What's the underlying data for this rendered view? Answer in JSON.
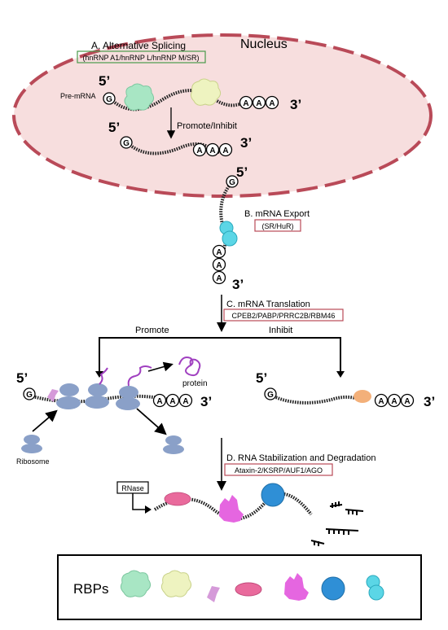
{
  "nucleus": {
    "title": "Nucleus",
    "splicing_title": "A. Alternative Splicing",
    "splicing_factors": "(hnRNP A1/hnRNP L/hnRNP M/SR)",
    "premrna_label": "Pre-mRNA",
    "promote_inhibit": "Promote/Inhibit",
    "five_prime": "5’",
    "three_prime": "3’",
    "cap": "G",
    "tail": "A"
  },
  "export": {
    "title": "B. mRNA Export",
    "factors": "(SR/HuR)"
  },
  "translation": {
    "title": "C. mRNA Translation",
    "factors": "CPEB2/PABP/PRRC2B/RBM46",
    "promote": "Promote",
    "inhibit": "Inhibit",
    "protein": "protein",
    "ribosome": "Ribosome"
  },
  "stability": {
    "title": "D. RNA Stabilization and Degradation",
    "factors": "Ataxin-2/KSRP/AUF1/AGO",
    "rnase": "RNase"
  },
  "legend": {
    "title": "RBPs",
    "colors": [
      "#a8e6c4",
      "#eef3c0",
      "#d59ad9",
      "#e96a9c",
      "#e566e0",
      "#2f8fd6",
      "#5bd6e6"
    ]
  },
  "colors": {
    "nucleus_fill": "#f7dede",
    "nucleus_border": "#b94a58",
    "green_box": "#4a9a4a",
    "red_box": "#b94a58",
    "ribosome": "#8aa0c8",
    "orange_rbp": "#f3b07a",
    "purple_chain": "#a040c0"
  }
}
